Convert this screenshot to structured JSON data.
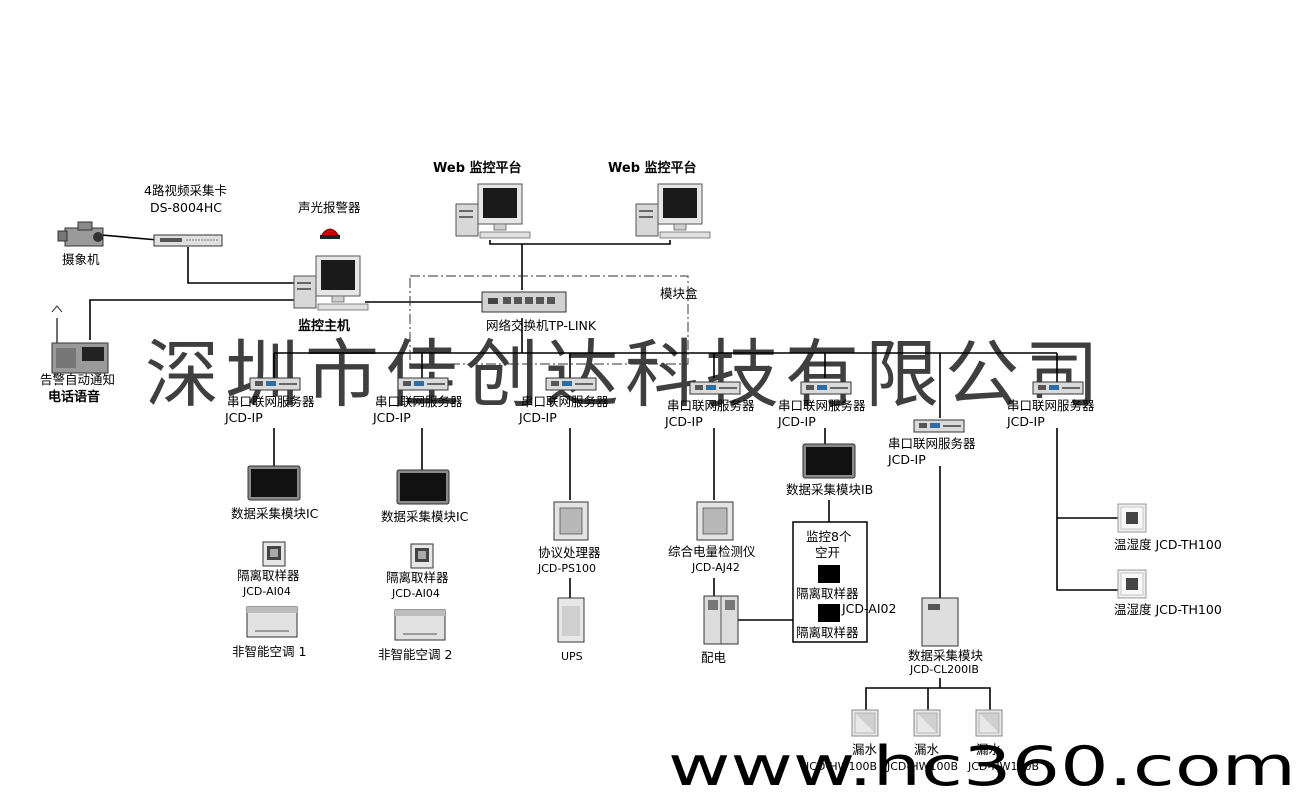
{
  "watermark": "深圳市佳创达科技有限公司",
  "site_mark": "www.hc360.com",
  "labels": {
    "web1": "Web 监控平台",
    "web2": "Web 监控平台",
    "capture_card_1": "4路视频采集卡",
    "capture_card_2": "DS-8004HC",
    "alarm": "声光报警器",
    "camera": "摄象机",
    "host": "监控主机",
    "phone_1": "告警自动通知",
    "phone_2": "电话语音",
    "module_box": "模块盒",
    "switch": "网络交换机TP-LINK",
    "ser1_a": "串口联网服务器",
    "ser1_b": "JCD-IP",
    "ser2_a": "串口联网服务器",
    "ser2_b": "JCD-IP",
    "ser3_a": "串口联网服务器",
    "ser3_b": "JCD-IP",
    "ser4_a": "串口联网服务器",
    "ser4_b": "JCD-IP",
    "ser5_a": "串口联网服务器",
    "ser5_b": "JCD-IP",
    "ser6_a": "串口联网服务器",
    "ser6_b": "JCD-IP",
    "ser7_a": "串口联网服务器",
    "ser7_b": "JCD-IP",
    "daq_ic_1": "数据采集模块IC",
    "daq_ic_2": "数据采集模块IC",
    "daq_ib": "数据采集模块IB",
    "iso1_a": "隔离取样器",
    "iso1_b": "JCD-AI04",
    "iso2_a": "隔离取样器",
    "iso2_b": "JCD-AI04",
    "ac1": "非智能空调 1",
    "ac2": "非智能空调 2",
    "proto_a": "协议处理器",
    "proto_b": "JCD-PS100",
    "ups": "UPS",
    "meter_a": "综合电量检测仪",
    "meter_b": "JCD-AJ42",
    "power": "配电",
    "monitor8_a": "监控8个",
    "monitor8_b": "空开",
    "iso_box_1": "隔离取样器",
    "iso_box_2": "隔离取样器",
    "ai02": "JCD-AI02",
    "cl_a": "数据采集模块",
    "cl_b": "JCD-CL200IB",
    "th1": "温湿度 JCD-TH100",
    "th2": "温湿度 JCD-TH100",
    "leak1_a": "漏水",
    "leak1_b": "JCD-HW100B",
    "leak2_a": "漏水",
    "leak2_b": "JCD-HW100B",
    "leak3_a": "漏水",
    "leak3_b": "JCD-HW100B"
  },
  "colors": {
    "alarm_red": "#d40000",
    "watermark": "#c9c9c9",
    "site_mark": "#e3000f"
  }
}
